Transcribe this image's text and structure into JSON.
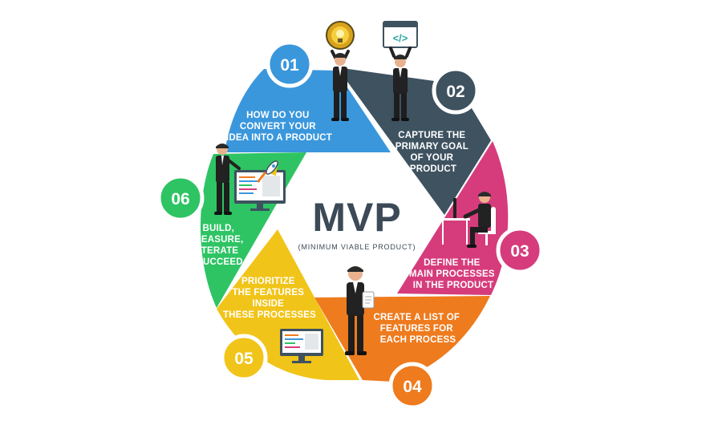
{
  "title": "MVP",
  "subtitle": "(MINIMUM VIABLE PRODUCT)",
  "colors": {
    "blue": "#3a97dc",
    "slate": "#3e5260",
    "magenta": "#d63c7c",
    "orange": "#ee7b1e",
    "yellow": "#f1c419",
    "green": "#2ec464"
  },
  "steps": [
    {
      "number": "01",
      "color": "#3a97dc",
      "lines": [
        "HOW DO YOU",
        "CONVERT YOUR",
        "IDEA INTO A PRODUCT"
      ]
    },
    {
      "number": "02",
      "color": "#3e5260",
      "lines": [
        "CAPTURE THE",
        "PRIMARY GOAL",
        "OF YOUR",
        "PRODUCT"
      ]
    },
    {
      "number": "03",
      "color": "#d63c7c",
      "lines": [
        "DEFINE THE",
        "MAIN PROCESSES",
        "IN THE PRODUCT"
      ]
    },
    {
      "number": "04",
      "color": "#ee7b1e",
      "lines": [
        "CREATE A LIST OF",
        "FEATURES FOR",
        "EACH PROCESS"
      ]
    },
    {
      "number": "05",
      "color": "#f1c419",
      "lines": [
        "PRIORITIZE",
        "THE FEATURES",
        "INSIDE",
        "THESE PROCESSES"
      ]
    },
    {
      "number": "06",
      "color": "#2ec464",
      "lines": [
        "BUILD,",
        "MEASURE,",
        "ITERATE",
        "SUCCEED"
      ]
    }
  ],
  "illustrations": {
    "code_symbol": "</>",
    "icons": [
      "lightbulb-icon",
      "code-window-icon",
      "rocket-icon",
      "desk-chair-icon",
      "monitor-icon",
      "clipboard-icon"
    ]
  }
}
